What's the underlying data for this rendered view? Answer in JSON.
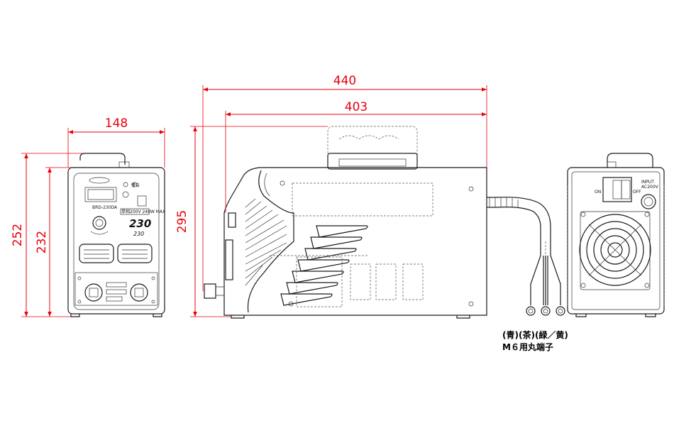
{
  "dimensions": {
    "front_width": "148",
    "front_total_height": "252",
    "front_body_height": "232",
    "side_total_height": "295",
    "side_total_length": "440",
    "side_body_length": "403"
  },
  "front_panel": {
    "model": "BRD-230DA",
    "rating_box": "単相200V 240W MAX",
    "big_number": "230",
    "sub_number": "230"
  },
  "rear_panel": {
    "on_label": "ON",
    "off_label": "OFF",
    "input_label": "INPUT",
    "input_voltage": "AC200V"
  },
  "cable_labels": {
    "colors_line": "(青)(茶)(緑／黄)",
    "terminal_line": "M６用丸端子"
  },
  "colors": {
    "dimension": "#e8000b",
    "outline": "#1a1a1a"
  }
}
